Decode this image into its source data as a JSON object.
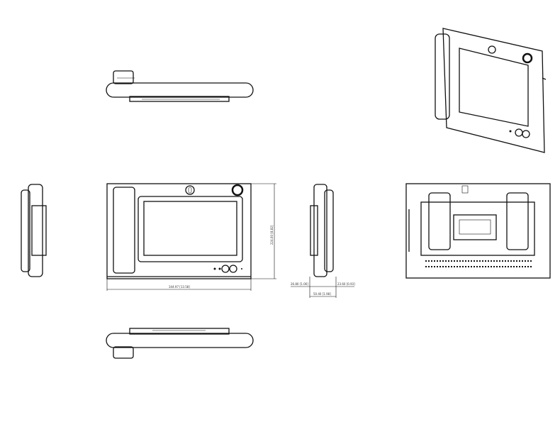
{
  "dimensions": {
    "width": "344.97 [13.58]",
    "height": "224.00 [8.82]",
    "depth_left": "26.80 [1.06]",
    "depth_right": "23.60 [0.93]",
    "depth_total": "50.40 [1.98]"
  }
}
